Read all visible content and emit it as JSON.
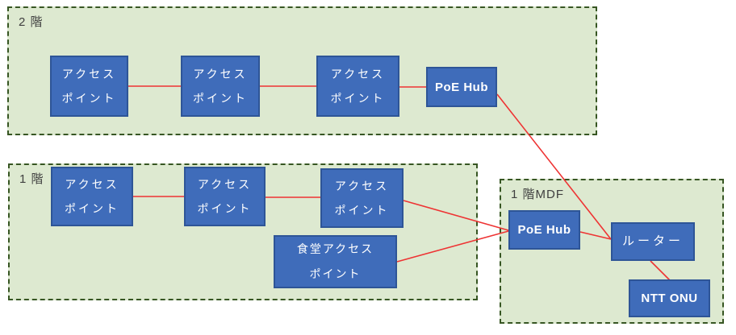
{
  "colors": {
    "region_fill": "#dde9d0",
    "region_border": "#375623",
    "node_fill": "#3f6cba",
    "node_border": "#2e5597",
    "connector": "#ee3333",
    "label_color": "#3f3f3f"
  },
  "regions": {
    "floor2": {
      "label": "2 階",
      "nodes": {
        "ap1": {
          "label": "アクセス\nポイント"
        },
        "ap2": {
          "label": "アクセス\nポイント"
        },
        "ap3": {
          "label": "アクセス\nポイント"
        },
        "hub": {
          "label": "PoE Hub"
        }
      }
    },
    "floor1": {
      "label": "1 階",
      "nodes": {
        "ap1": {
          "label": "アクセス\nポイント"
        },
        "ap2": {
          "label": "アクセス\nポイント"
        },
        "ap3": {
          "label": "アクセス\nポイント"
        },
        "canteen_ap": {
          "label": "食堂アクセス\nポイント"
        }
      }
    },
    "mdf": {
      "label": "1 階MDF",
      "nodes": {
        "hub": {
          "label": "PoE Hub"
        },
        "router": {
          "label": "ルーター"
        },
        "onu": {
          "label": "NTT ONU"
        }
      }
    }
  },
  "connections": [
    {
      "from": "floor2.ap1",
      "to": "floor2.ap2"
    },
    {
      "from": "floor2.ap2",
      "to": "floor2.ap3"
    },
    {
      "from": "floor2.ap3",
      "to": "floor2.hub"
    },
    {
      "from": "floor2.hub",
      "to": "mdf.router"
    },
    {
      "from": "floor1.ap1",
      "to": "floor1.ap2"
    },
    {
      "from": "floor1.ap2",
      "to": "floor1.ap3"
    },
    {
      "from": "floor1.ap3",
      "to": "mdf.hub"
    },
    {
      "from": "floor1.canteen_ap",
      "to": "mdf.hub"
    },
    {
      "from": "mdf.hub",
      "to": "mdf.router"
    },
    {
      "from": "mdf.router",
      "to": "mdf.onu"
    }
  ]
}
